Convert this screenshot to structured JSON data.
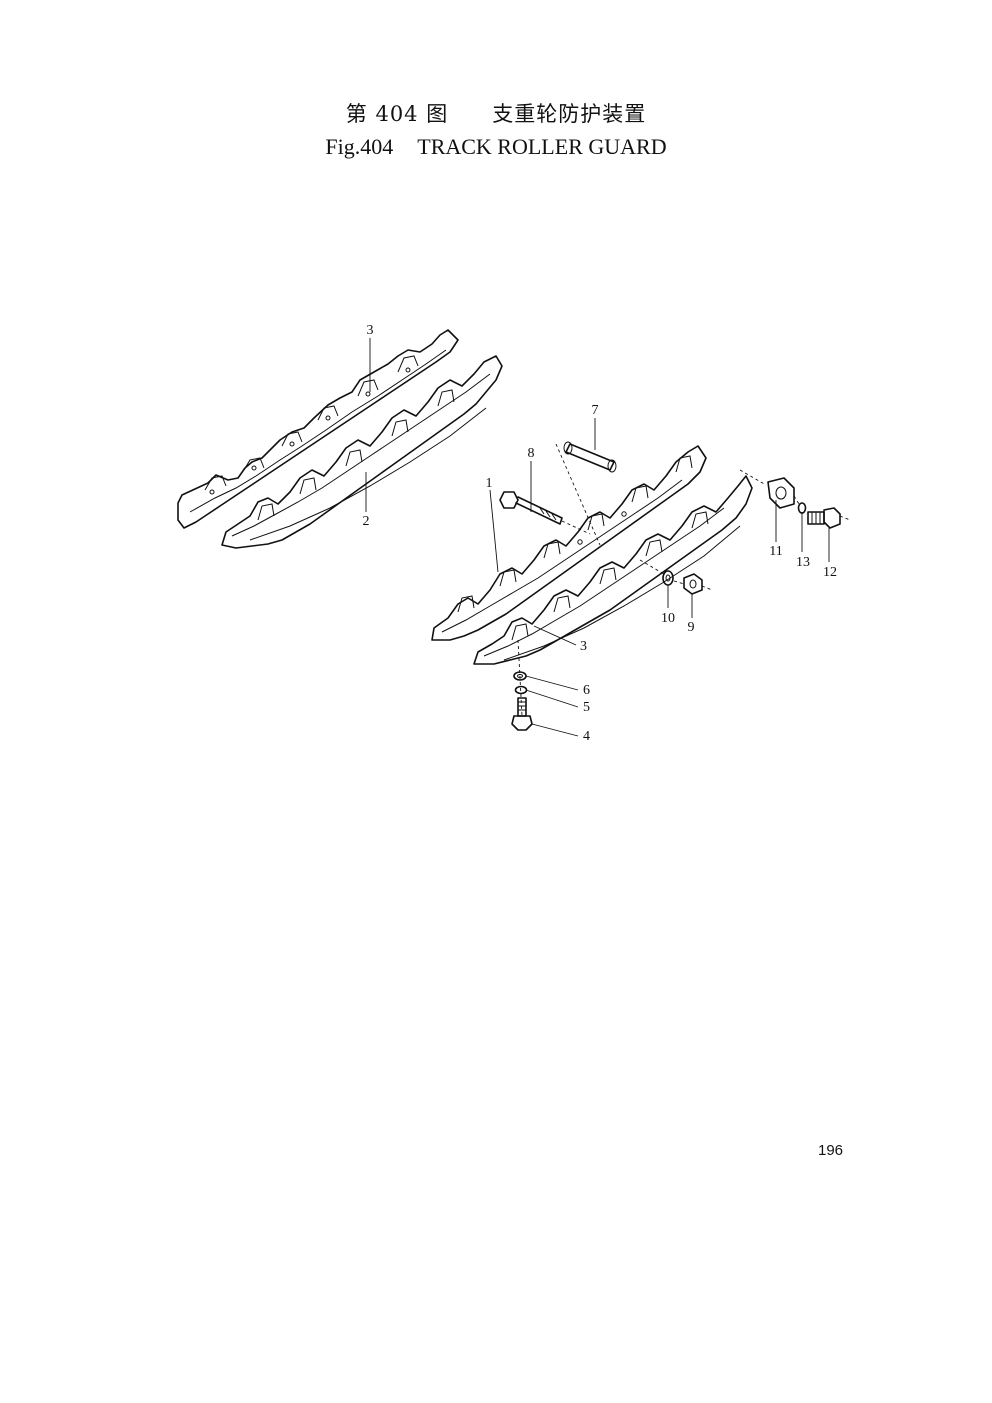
{
  "header": {
    "fig_cn": "第 404 图",
    "title_cn": "支重轮防护装置",
    "fig_en": "Fig.404",
    "title_en": "TRACK ROLLER GUARD"
  },
  "callouts": [
    "3",
    "2",
    "7",
    "8",
    "1",
    "11",
    "13",
    "12",
    "10",
    "9",
    "3",
    "6",
    "5",
    "4"
  ],
  "page_number": "196"
}
